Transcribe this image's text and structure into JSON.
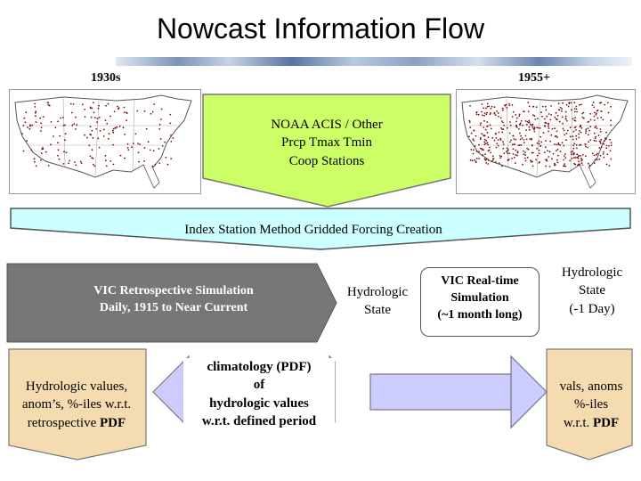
{
  "title": "Nowcast Information Flow",
  "eras": {
    "left": "1930s",
    "right": "1955+"
  },
  "source_box": {
    "line1": "NOAA ACIS / Other",
    "line2": "Prcp Tmax Tmin",
    "line3": "Coop Stations"
  },
  "index_bar": "Index Station Method Gridded Forcing Creation",
  "retro_sim": {
    "line1": "VIC Retrospective Simulation",
    "line2": "Daily, 1915 to Near Current"
  },
  "hydro_state_mid": {
    "line1": "Hydrologic",
    "line2": "State"
  },
  "realtime_sim": {
    "line1": "VIC Real-time",
    "line2": "Simulation",
    "line3": "(~1 month long)"
  },
  "hydro_state_right": {
    "line1": "Hydrologic",
    "line2": "State",
    "line3": "(-1 Day)"
  },
  "left_output": {
    "line1": "Hydrologic values,",
    "line2": "anom’s, %-iles w.r.t.",
    "line3_prefix": "retrospective ",
    "line3_bold": "PDF"
  },
  "climatology": {
    "line1": "climatology (PDF)",
    "line2": "of",
    "line3": "hydrologic values",
    "line4": "w.r.t. defined period"
  },
  "right_output": {
    "line1": "vals, anoms",
    "line2": "%-iles",
    "line3_prefix": "w.r.t. ",
    "line3_bold": "PDF"
  },
  "colors": {
    "green_fill": "#ccff66",
    "cyan_fill": "#ccffff",
    "gray_arrow": "#777777",
    "violet_fill": "#ccccff",
    "tan_fill": "#f5dcb0",
    "station_dot": "#7a1010"
  }
}
